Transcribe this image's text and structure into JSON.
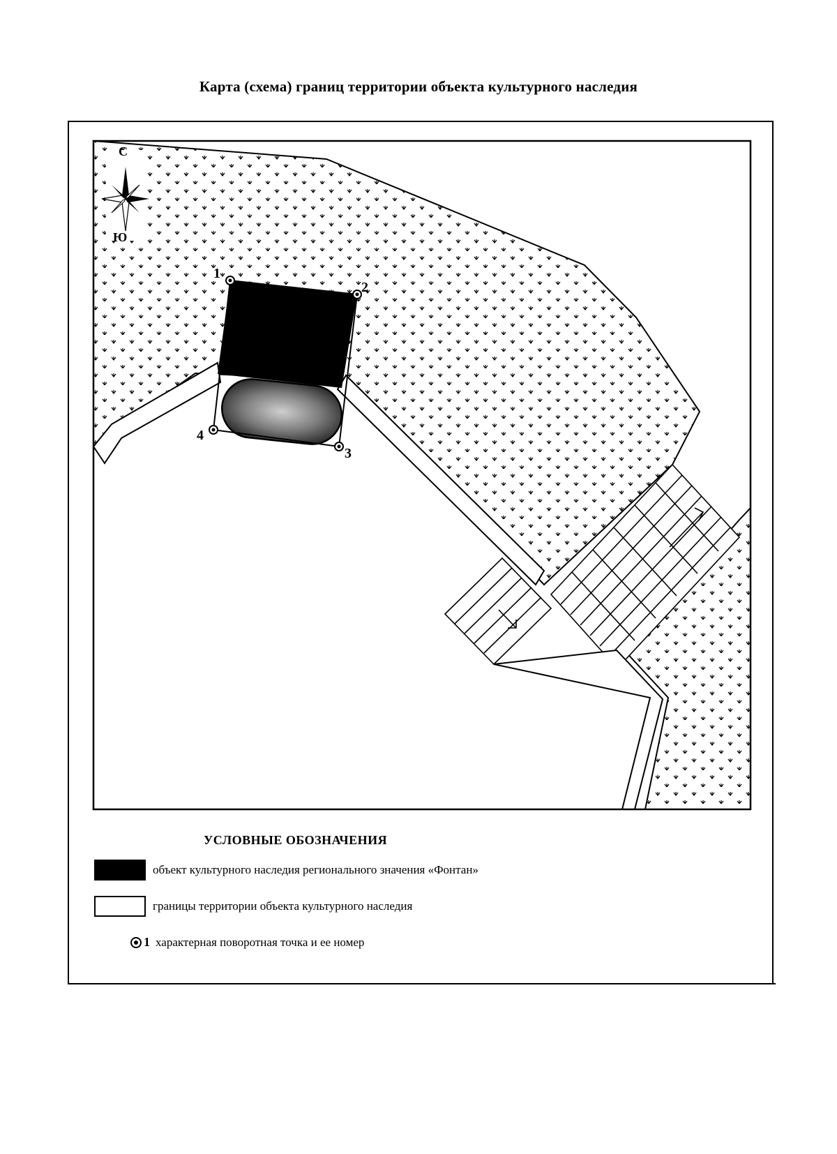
{
  "title": "Карта (схема) границ территории объекта культурного наследия",
  "compass": {
    "north": "С",
    "south": "Ю"
  },
  "points": [
    {
      "id": "1",
      "label": "1"
    },
    {
      "id": "2",
      "label": "2"
    },
    {
      "id": "3",
      "label": "3"
    },
    {
      "id": "4",
      "label": "4"
    }
  ],
  "legend": {
    "title": "УСЛОВНЫЕ ОБОЗНАЧЕНИЯ",
    "items": [
      {
        "symbol": "black-fill",
        "text": "объект культурного наследия регионального значения «Фонтан»"
      },
      {
        "symbol": "outline",
        "text": "границы территории объекта культурного наследия"
      },
      {
        "symbol": "point",
        "number": "1",
        "text": "характерная поворотная точка и ее номер"
      }
    ]
  },
  "colors": {
    "ink": "#000000",
    "paper": "#ffffff",
    "water": "#555555"
  }
}
